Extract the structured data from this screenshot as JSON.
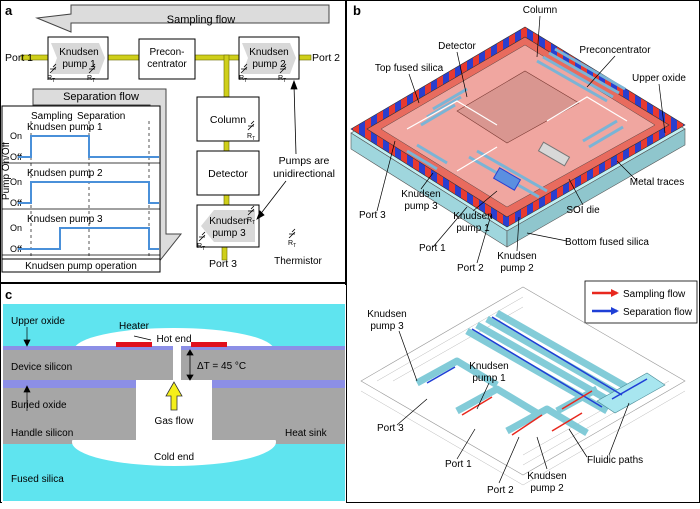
{
  "panel_a": {
    "label": "a",
    "sampling_flow": "Sampling flow",
    "separation_flow": "Separation flow",
    "port1": "Port 1",
    "port2": "Port 2",
    "port3": "Port 3",
    "knudsen_pump_1": [
      "Knudsen",
      "pump 1"
    ],
    "knudsen_pump_2": [
      "Knudsen",
      "pump 2"
    ],
    "knudsen_pump_3": [
      "Knudsen",
      "pump 3"
    ],
    "preconcentrator": [
      "Precon-",
      "centrator"
    ],
    "column": "Column",
    "detector": "Detector",
    "rt": "R",
    "rt_sub": "T",
    "pumps_note": [
      "Pumps are",
      "unidirectional"
    ],
    "thermistor": "Thermistor",
    "timing": {
      "sampling": "Sampling",
      "separation": "Separation",
      "y_axis": "Pump On/Off",
      "on": "On",
      "off": "Off",
      "rows": [
        "Knudsen pump 1",
        "Knudsen pump 2",
        "Knudsen pump 3"
      ],
      "footer": "Knudsen pump operation",
      "states": [
        [
          0,
          1,
          1,
          0,
          0
        ],
        [
          0,
          1,
          1,
          1,
          0
        ],
        [
          0,
          0,
          1,
          1,
          0
        ]
      ]
    }
  },
  "panel_b": {
    "label": "b",
    "column": "Column",
    "detector": "Detector",
    "preconcentrator": "Preconcentrator",
    "top_fused_silica": "Top fused silica",
    "upper_oxide": "Upper oxide",
    "metal_traces": "Metal traces",
    "soi_die": "SOI die",
    "bottom_fused_silica": "Bottom fused silica",
    "port1": "Port 1",
    "port2": "Port 2",
    "port3": "Port 3",
    "knudsen_pump_1": [
      "Knudsen",
      "pump 1"
    ],
    "knudsen_pump_2": [
      "Knudsen",
      "pump 2"
    ],
    "knudsen_pump_3": [
      "Knudsen",
      "pump 3"
    ],
    "fluidic_paths": "Fluidic paths",
    "legend": {
      "sampling": "Sampling flow",
      "separation": "Separation flow"
    },
    "colors": {
      "sampling": "#e8281e",
      "separation": "#1f3fd6",
      "chip_red": "#e8524a",
      "chip_blue": "#2a3fd0",
      "channel": "#a8e6ef"
    }
  },
  "panel_c": {
    "label": "c",
    "upper_oxide": "Upper oxide",
    "heater": "Heater",
    "hot_end": "Hot end",
    "device_silicon": "Device silicon",
    "delta_t": "ΔT = 45 °C",
    "buried_oxide": "Buried oxide",
    "gas_flow": "Gas flow",
    "handle_silicon": "Handle silicon",
    "heat_sink": "Heat sink",
    "cold_end": "Cold end",
    "fused_silica": "Fused silica",
    "colors": {
      "fused_silica": "#5fe4ef",
      "silicon": "#a6a6a6",
      "oxide": "#8c8fe6",
      "heater": "#e0101e",
      "arrow": "#f5ef1a"
    }
  }
}
